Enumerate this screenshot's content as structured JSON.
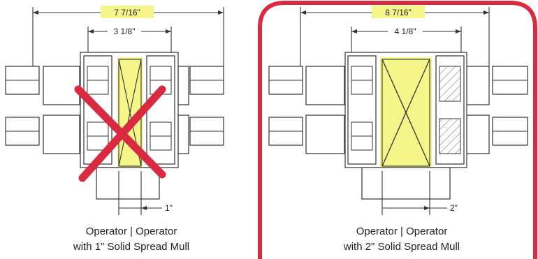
{
  "left_panel": {
    "overall_dim": "7 7/16\"",
    "inner_dim": "3 1/8\"",
    "mull_dim": "1\"",
    "caption_line1": "Operator | Operator",
    "caption_line2": "with 1\" Solid Spread Mull",
    "crossed_out": true
  },
  "right_panel": {
    "overall_dim": "8 7/16\"",
    "inner_dim": "4 1/8\"",
    "mull_dim": "2\"",
    "caption_line1": "Operator | Operator",
    "caption_line2": "with 2\" Solid Spread Mull",
    "outlined": true
  },
  "colors": {
    "highlight": "#f6f58a",
    "cross": "#d92a3f",
    "outline": "#d92a3f",
    "line": "#333333"
  }
}
